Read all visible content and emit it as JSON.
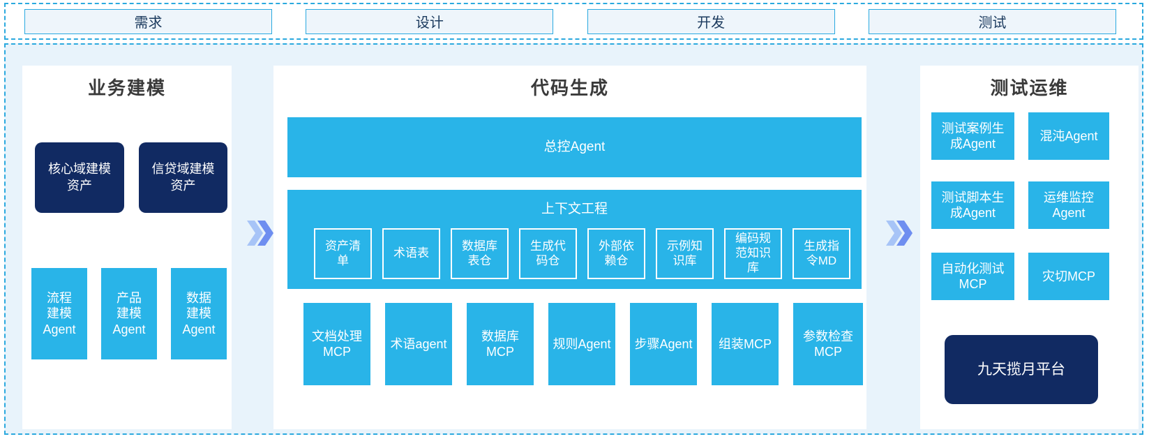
{
  "flow_steps": [
    "需求",
    "设计",
    "开发",
    "测试"
  ],
  "left_panel": {
    "title": "业务建模",
    "assets": [
      "核心域建模资产",
      "信贷域建模资产"
    ],
    "agents": [
      "流程建模Agent",
      "产品建模Agent",
      "数据建模Agent"
    ]
  },
  "center_panel": {
    "title": "代码生成",
    "master_agent": "总控Agent",
    "context": {
      "title": "上下文工程",
      "items": [
        "资产清单",
        "术语表",
        "数据库表仓",
        "生成代码仓",
        "外部依赖仓",
        "示例知识库",
        "编码规范知识库",
        "生成指令MD"
      ]
    },
    "tools": [
      "文档处理MCP",
      "术语agent",
      "数据库MCP",
      "规则Agent",
      "步骤Agent",
      "组装MCP",
      "参数检查MCP"
    ]
  },
  "right_panel": {
    "title": "测试运维",
    "agents": [
      "测试案例生成Agent",
      "混沌Agent",
      "测试脚本生成Agent",
      "运维监控Agent",
      "自动化测试MCP",
      "灾切MCP"
    ],
    "platform": "九天揽月平台"
  },
  "colors": {
    "cyan": "#29B4E8",
    "navy": "#112A62",
    "band_background": "#E8F3FB",
    "dashed_border": "#2BA9DE",
    "step_box_background": "#EEF5FB",
    "arrow_light": "#A7C4F7",
    "arrow_dark": "#6E8EF0"
  }
}
